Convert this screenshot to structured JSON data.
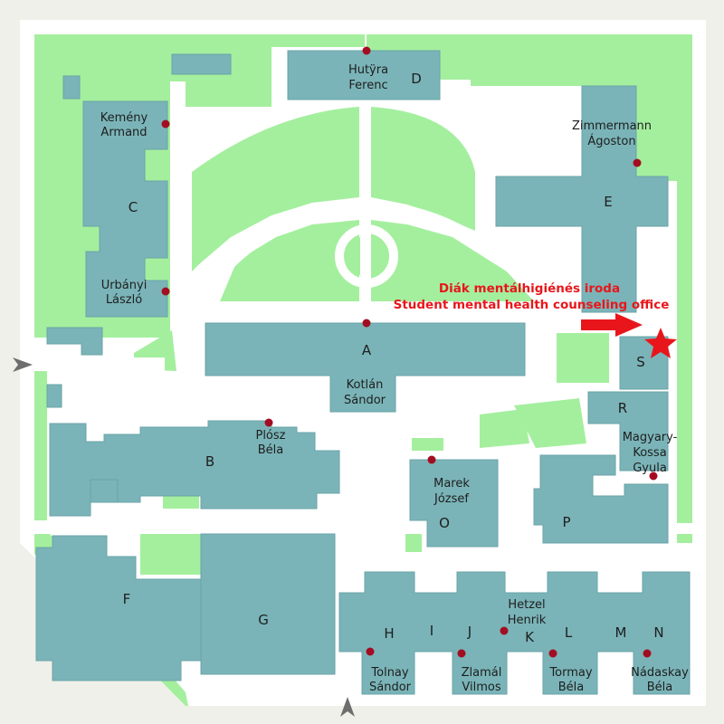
{
  "colors": {
    "background": "#f0f0ea",
    "campus": "#ffffff",
    "green_area": "#a4ef9e",
    "building": "#7ab4b8",
    "person_marker": "#a30d22",
    "highlight": "#e8161b"
  },
  "annotation": {
    "line1": "Diák mentálhigiénés iroda",
    "line2": "Student mental health counseling office"
  },
  "buildings": {
    "A": "A",
    "B": "B",
    "C": "C",
    "D": "D",
    "E": "E",
    "F": "F",
    "G": "G",
    "H": "H",
    "I": "I",
    "J": "J",
    "K": "K",
    "L": "L",
    "M": "M",
    "N": "N",
    "O": "O",
    "P": "P",
    "R": "R",
    "S": "S"
  },
  "people": {
    "hutyra": [
      "Hutÿra",
      "Ferenc"
    ],
    "kemeny": [
      "Kemény",
      "Armand"
    ],
    "urbanyi": [
      "Urbányi",
      "László"
    ],
    "zimmermann": [
      "Zimmermann",
      "Ágoston"
    ],
    "kotlan": [
      "Kotlán",
      "Sándor"
    ],
    "plosz": [
      "Plósz",
      "Béla"
    ],
    "marek": [
      "Marek",
      "József"
    ],
    "magyary": [
      "Magyary-",
      "Kossa",
      "Gyula"
    ],
    "hetzel": [
      "Hetzel",
      "Henrik"
    ],
    "tolnay": [
      "Tolnay",
      "Sándor"
    ],
    "zlamal": [
      "Zlamál",
      "Vilmos"
    ],
    "tormay": [
      "Tormay",
      "Béla"
    ],
    "nadaskay": [
      "Nádaskay",
      "Béla"
    ]
  }
}
